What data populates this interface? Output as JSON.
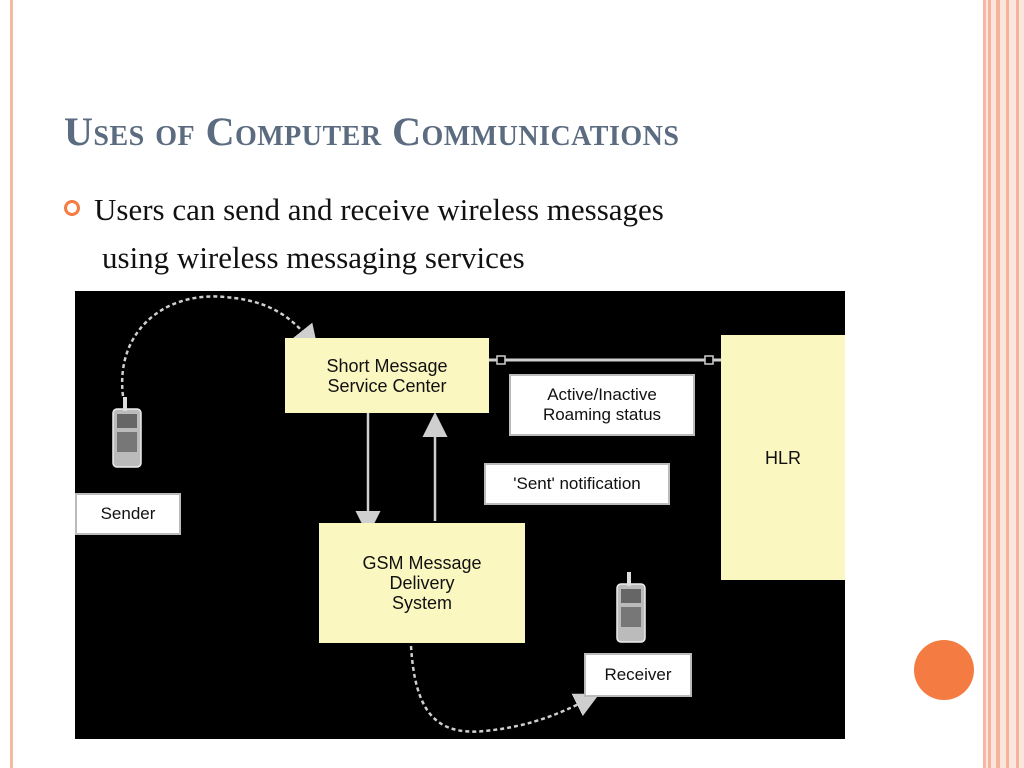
{
  "slide": {
    "title": "Uses of Computer Communications",
    "bullet_line1": "Users can send and receive wireless messages",
    "bullet_line2": "using wireless messaging services"
  },
  "diagram": {
    "smsc": "Short Message\nService Center",
    "status": "Active/Inactive\nRoaming status",
    "hlr": "HLR",
    "sent": "'Sent' notification",
    "sender": "Sender",
    "gsm": "GSM Message\nDelivery\nSystem",
    "receiver": "Receiver"
  },
  "colors": {
    "accent": "#f47c43",
    "title": "#5b6b80",
    "box_fill": "#fbf7c0"
  }
}
